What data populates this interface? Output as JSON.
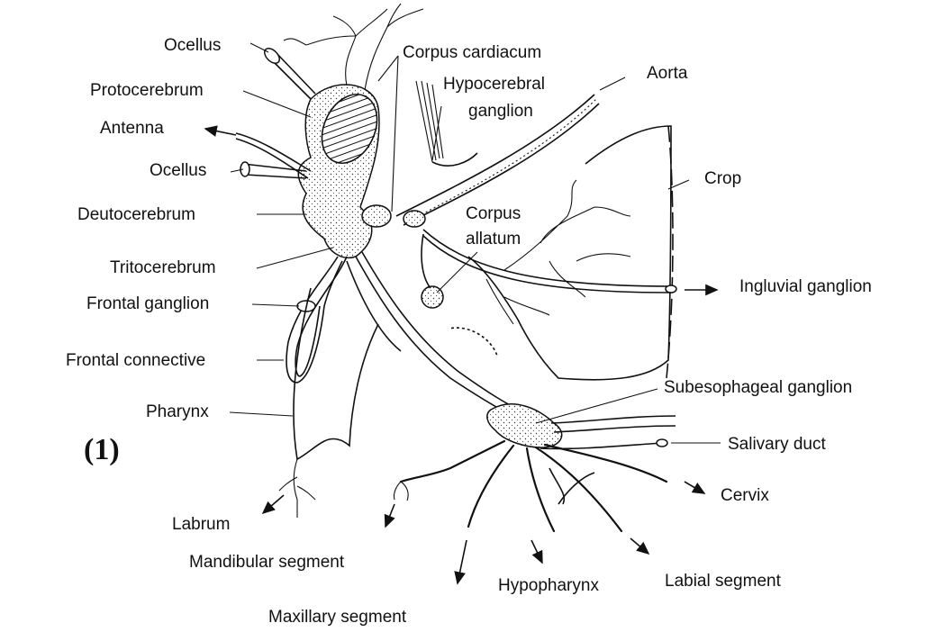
{
  "figure_number": "(1)",
  "labels": {
    "ocellus_top": "Ocellus",
    "protocerebrum": "Protocerebrum",
    "antenna": "Antenna",
    "ocellus_lower": "Ocellus",
    "deutocerebrum": "Deutocerebrum",
    "tritocerebrum": "Tritocerebrum",
    "frontal_ganglion": "Frontal ganglion",
    "frontal_connective": "Frontal connective",
    "pharynx": "Pharynx",
    "labrum": "Labrum",
    "mandibular_segment": "Mandibular segment",
    "maxillary_segment": "Maxillary segment",
    "hypopharynx": "Hypopharynx",
    "labial_segment": "Labial segment",
    "corpus_cardiacum": "Corpus cardiacum",
    "hypocerebral_line1": "Hypocerebral",
    "hypocerebral_line2": "ganglion",
    "aorta": "Aorta",
    "crop": "Crop",
    "corpus_allatum_line1": "Corpus",
    "corpus_allatum_line2": "allatum",
    "ingluvial_ganglion": "Ingluvial ganglion",
    "subesophageal_ganglion": "Subesophageal ganglion",
    "salivary_duct": "Salivary duct",
    "cervix": "Cervix"
  }
}
